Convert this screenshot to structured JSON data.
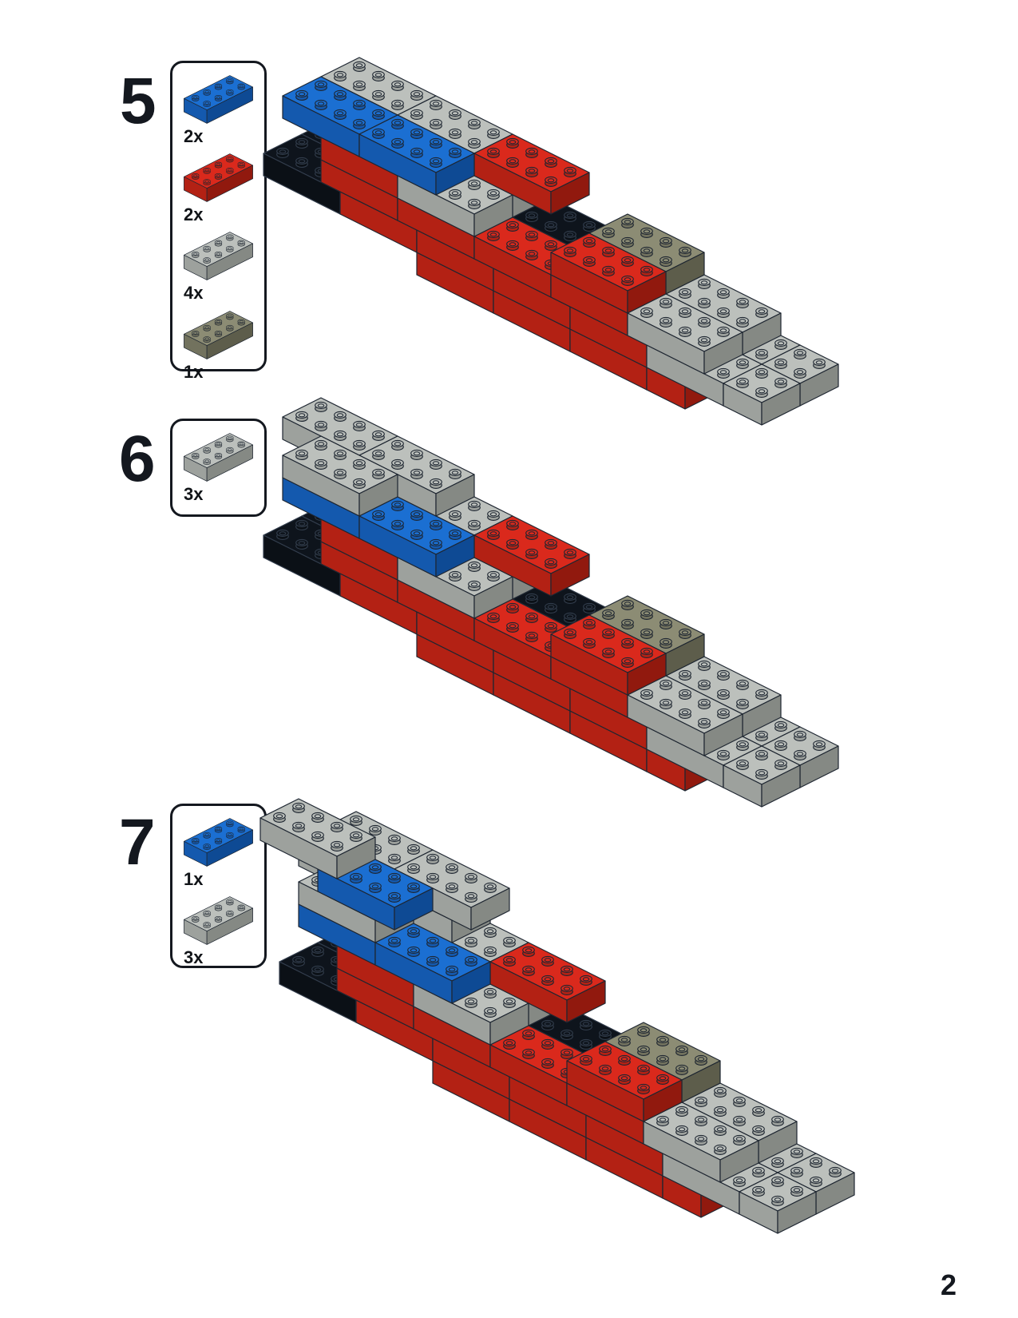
{
  "page": {
    "number": "2",
    "background": "#ffffff"
  },
  "steps": [
    {
      "number": "5",
      "parts": [
        {
          "color": "blue",
          "count": "2x",
          "part_name": "brick-2x4-blue"
        },
        {
          "color": "red",
          "count": "2x",
          "part_name": "brick-2x4-red"
        },
        {
          "color": "gray",
          "count": "4x",
          "part_name": "brick-2x4-gray"
        },
        {
          "color": "olive",
          "count": "1x",
          "part_name": "brick-2x4-dark-gray"
        }
      ]
    },
    {
      "number": "6",
      "parts": [
        {
          "color": "gray",
          "count": "3x",
          "part_name": "brick-2x4-gray"
        }
      ]
    },
    {
      "number": "7",
      "parts": [
        {
          "color": "blue",
          "count": "1x",
          "part_name": "brick-2x4-blue"
        },
        {
          "color": "gray",
          "count": "3x",
          "part_name": "brick-2x4-gray"
        }
      ]
    }
  ],
  "palette": {
    "line": "#1e2631",
    "blue": {
      "top": "#1b6fd2",
      "left": "#1459ae",
      "right": "#0e4a94"
    },
    "red": {
      "top": "#da291c",
      "left": "#b32114",
      "right": "#91190e"
    },
    "gray": {
      "top": "#bcc0bc",
      "left": "#9da19d",
      "right": "#858984"
    },
    "olive": {
      "top": "#8c8c74",
      "left": "#72725e",
      "right": "#5d5d4b"
    },
    "black": {
      "top": "#0e141c",
      "left": "#0b1016",
      "right": "#080c11",
      "line": "#323d4c"
    }
  },
  "models": {
    "step5": [
      [
        9,
        0,
        -1,
        4,
        2,
        "red"
      ],
      [
        13,
        0,
        -1,
        4,
        2,
        "red"
      ],
      [
        17,
        0,
        -1,
        4,
        2,
        "red"
      ],
      [
        21,
        0,
        -1,
        2,
        2,
        "red"
      ],
      [
        1,
        2,
        0,
        4,
        2,
        "black"
      ],
      [
        1,
        0,
        0,
        4,
        2,
        "black"
      ],
      [
        5,
        0,
        0,
        4,
        2,
        "red"
      ],
      [
        9,
        0,
        0,
        4,
        2,
        "red"
      ],
      [
        13,
        0,
        0,
        4,
        2,
        "red"
      ],
      [
        17,
        0,
        0,
        4,
        2,
        "red"
      ],
      [
        21,
        2,
        0,
        4,
        2,
        "gray"
      ],
      [
        21,
        0,
        0,
        4,
        2,
        "gray"
      ],
      [
        25,
        2,
        0,
        2,
        2,
        "gray"
      ],
      [
        25,
        0,
        0,
        2,
        2,
        "gray"
      ],
      [
        2,
        2,
        1,
        4,
        2,
        "black"
      ],
      [
        12,
        2,
        1,
        4,
        2,
        "black"
      ],
      [
        16,
        2,
        1,
        4,
        2,
        "olive"
      ],
      [
        4,
        0,
        1,
        4,
        2,
        "red"
      ],
      [
        8,
        0,
        1,
        4,
        2,
        "red"
      ],
      [
        12,
        0,
        1,
        4,
        2,
        "red"
      ],
      [
        16,
        0,
        1,
        4,
        2,
        "red"
      ],
      [
        20,
        2,
        1,
        4,
        2,
        "gray"
      ],
      [
        20,
        0,
        1,
        4,
        2,
        "gray"
      ],
      [
        4,
        2,
        2,
        4,
        2,
        "red"
      ],
      [
        4,
        0,
        2,
        4,
        2,
        "red"
      ],
      [
        8,
        2,
        2,
        4,
        2,
        "gray"
      ],
      [
        8,
        0,
        2,
        4,
        2,
        "gray"
      ],
      [
        16,
        2,
        2,
        4,
        2,
        "olive"
      ],
      [
        16,
        0,
        2,
        4,
        2,
        "red"
      ],
      [
        2,
        2,
        3,
        4,
        2,
        "gray"
      ],
      [
        2,
        0,
        3,
        4,
        2,
        "blue"
      ],
      [
        6,
        2,
        3,
        4,
        2,
        "gray"
      ],
      [
        6,
        0,
        3,
        4,
        2,
        "blue"
      ],
      [
        10,
        2,
        3,
        4,
        2,
        "red"
      ]
    ],
    "step6_added": [
      [
        0,
        2,
        4,
        4,
        2,
        "gray"
      ],
      [
        2,
        0,
        4,
        4,
        2,
        "gray"
      ],
      [
        4,
        2,
        4,
        4,
        2,
        "gray"
      ]
    ],
    "step7_added": [
      [
        1,
        2,
        5,
        4,
        2,
        "gray"
      ],
      [
        5,
        2,
        5,
        4,
        2,
        "gray"
      ],
      [
        3,
        0,
        5,
        4,
        2,
        "blue"
      ],
      [
        0,
        0,
        6,
        4,
        2,
        "gray"
      ]
    ],
    "part_thumbnail_brick": [
      [
        0,
        0,
        0,
        2,
        4,
        "__color__"
      ]
    ]
  }
}
